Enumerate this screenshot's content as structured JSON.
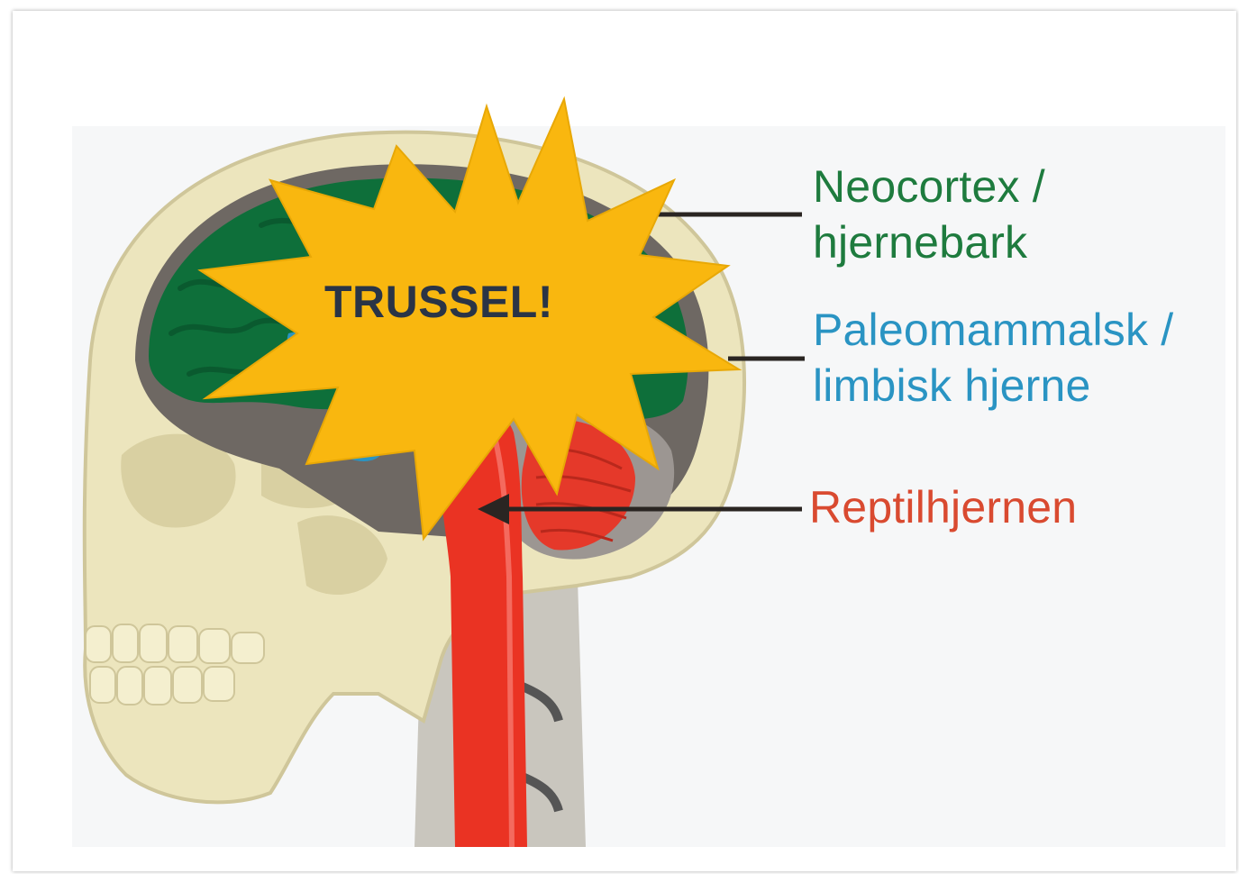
{
  "burst": {
    "text": "TRUSSEL!",
    "color": "#f9b70f",
    "text_color": "#2a3446"
  },
  "labels": [
    {
      "lines": [
        "Neocortex /",
        "hjernebark"
      ],
      "color": "#1e7b3e"
    },
    {
      "lines": [
        "Paleomammalsk /",
        "limbisk hjerne"
      ],
      "color": "#2a94c3"
    },
    {
      "lines": [
        "Reptilhjernen"
      ],
      "color": "#d94a30"
    }
  ],
  "colors": {
    "skull": "#ece5bd",
    "skull_shadow": "#d9d0a2",
    "neocortex": "#0e6f3a",
    "limbic": "#2a94c3",
    "brainstem": "#ea3323",
    "cerebellum": "#e5392a",
    "background_panel": "#f7f8f8"
  },
  "icons": [
    "skull-illustration",
    "brain-illustration",
    "starburst-shape",
    "pointer-arrow"
  ]
}
